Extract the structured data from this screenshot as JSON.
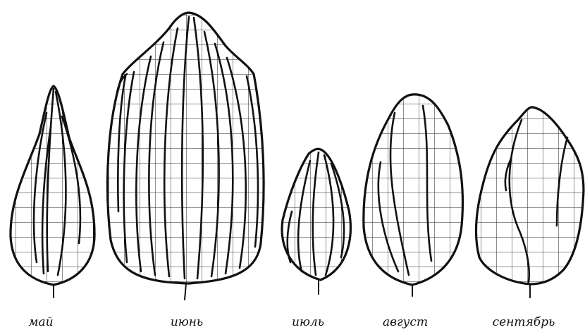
{
  "figure": {
    "leaves": [
      {
        "label": "май"
      },
      {
        "label": "июнь"
      },
      {
        "label": "июль"
      },
      {
        "label": "август"
      },
      {
        "label": "сентябрь"
      }
    ]
  }
}
